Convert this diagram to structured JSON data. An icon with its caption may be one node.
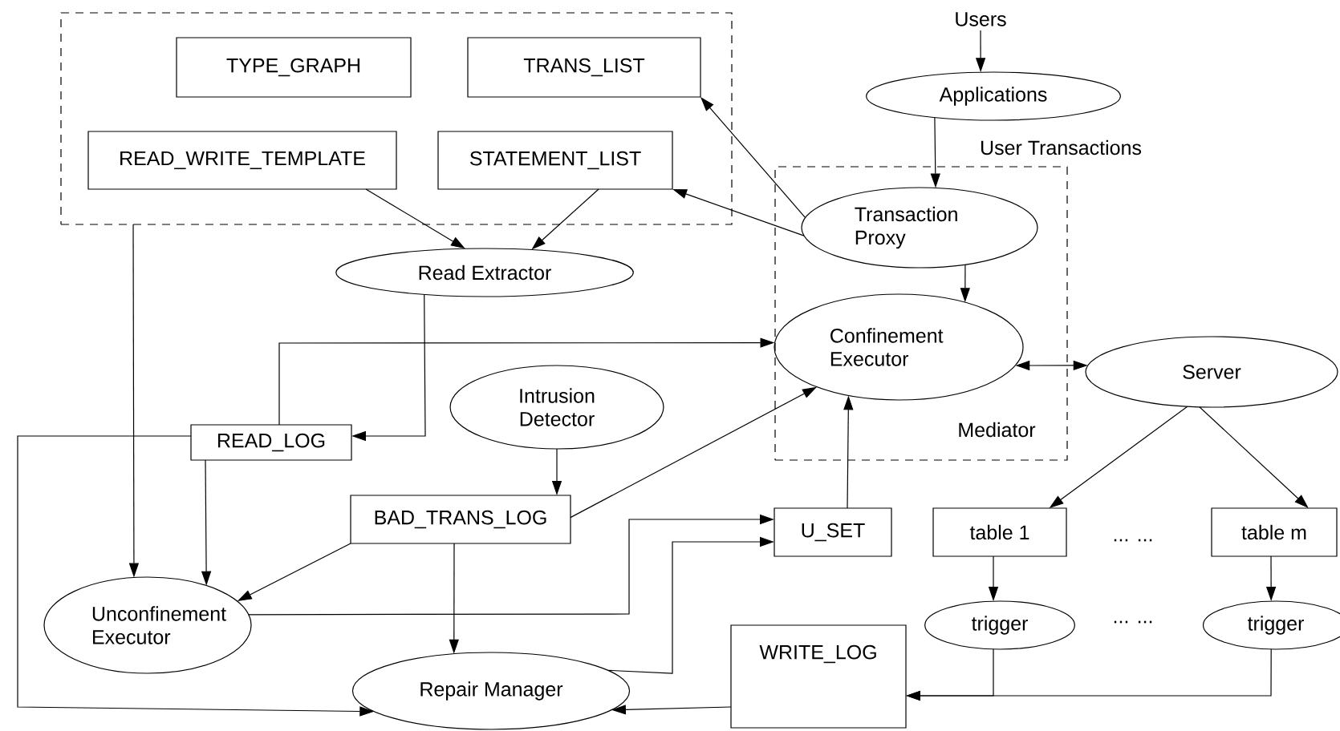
{
  "diagram": {
    "nodes": [
      {
        "text": [],
        "shape": "box"
      },
      {
        "text": [
          "TYPE_GRAPH"
        ],
        "in": 0
      },
      {
        "text": [
          "TRANS_LIST"
        ],
        "in": 0
      },
      {
        "text": [
          "READ_WRITE_TEMPLATE"
        ],
        "in": 0
      },
      {
        "text": [
          "STATEMENT_LIST"
        ],
        "in": 0
      },
      {
        "text": [
          "Users"
        ]
      },
      {
        "text": [
          "Applications"
        ]
      },
      {
        "text": [
          "Mediator"
        ]
      },
      {
        "text": [
          "Transaction Proxy"
        ],
        "in": 7
      },
      {
        "text": [
          "Confinement Executor"
        ],
        "in": 7
      },
      {
        "text": [
          "Read Extractor"
        ]
      },
      {
        "text": [
          "Server"
        ]
      },
      {
        "text": [
          "READ_LOG"
        ]
      },
      {
        "text": [
          "Intrusion Detector"
        ]
      },
      {
        "text": [
          "BAD_TRANS_LOG"
        ]
      },
      {
        "text": [
          "U_SET"
        ]
      },
      {
        "text": [
          "table 1"
        ]
      },
      {
        "text": [
          "table m"
        ]
      },
      {
        "text": [
          "Unconfinement Executor"
        ]
      },
      {
        "text": [
          "Repair Manager"
        ]
      },
      {
        "text": [
          "trigger"
        ]
      },
      {
        "text": [
          "trigger"
        ]
      },
      {
        "text": [
          "WRITE_LOG"
        ]
      }
    ],
    "edges": [
      {
        "from": 5,
        "to": 6,
        "arrow": "to"
      },
      {
        "from": 6,
        "to": 8,
        "arrow": "to",
        "label": "User Transactions"
      },
      {
        "from": 8,
        "to": 2,
        "arrow": "to"
      },
      {
        "from": 8,
        "to": 4,
        "arrow": "to"
      },
      {
        "from": 8,
        "to": 9,
        "arrow": "to"
      },
      {
        "from": 3,
        "to": 10,
        "arrow": "to"
      },
      {
        "from": 4,
        "to": 10,
        "arrow": "to"
      },
      {
        "from": 10,
        "to": 12,
        "arrow": "to"
      },
      {
        "from": 12,
        "to": 9,
        "arrow": "to"
      },
      {
        "from": 0,
        "to": 18,
        "arrow": "to"
      },
      {
        "from": 12,
        "to": 18,
        "arrow": "to"
      },
      {
        "from": 12,
        "to": 19,
        "arrow": "to"
      },
      {
        "from": 13,
        "to": 14,
        "arrow": "to"
      },
      {
        "from": 14,
        "to": 9,
        "arrow": "to"
      },
      {
        "from": 14,
        "to": 18,
        "arrow": "to"
      },
      {
        "from": 14,
        "to": 19,
        "arrow": "to"
      },
      {
        "from": 18,
        "to": 15,
        "arrow": "to"
      },
      {
        "from": 19,
        "to": 15,
        "arrow": "to"
      },
      {
        "from": 15,
        "to": 9,
        "arrow": "to"
      },
      {
        "from": 9,
        "to": 11,
        "arrow": "both"
      },
      {
        "from": 11,
        "to": 16,
        "arrow": "to"
      },
      {
        "from": 11,
        "to": 17,
        "arrow": "to"
      },
      {
        "from": 16,
        "to": 20,
        "arrow": "to"
      },
      {
        "from": 17,
        "to": 21,
        "arrow": "to"
      },
      {
        "from": 20,
        "to": 22,
        "arrow": "to"
      },
      {
        "from": 21,
        "to": 22,
        "arrow": "to"
      },
      {
        "from": 22,
        "to": 19,
        "arrow": "to"
      }
    ],
    "labels": [
      "... ...",
      "... ..."
    ]
  }
}
